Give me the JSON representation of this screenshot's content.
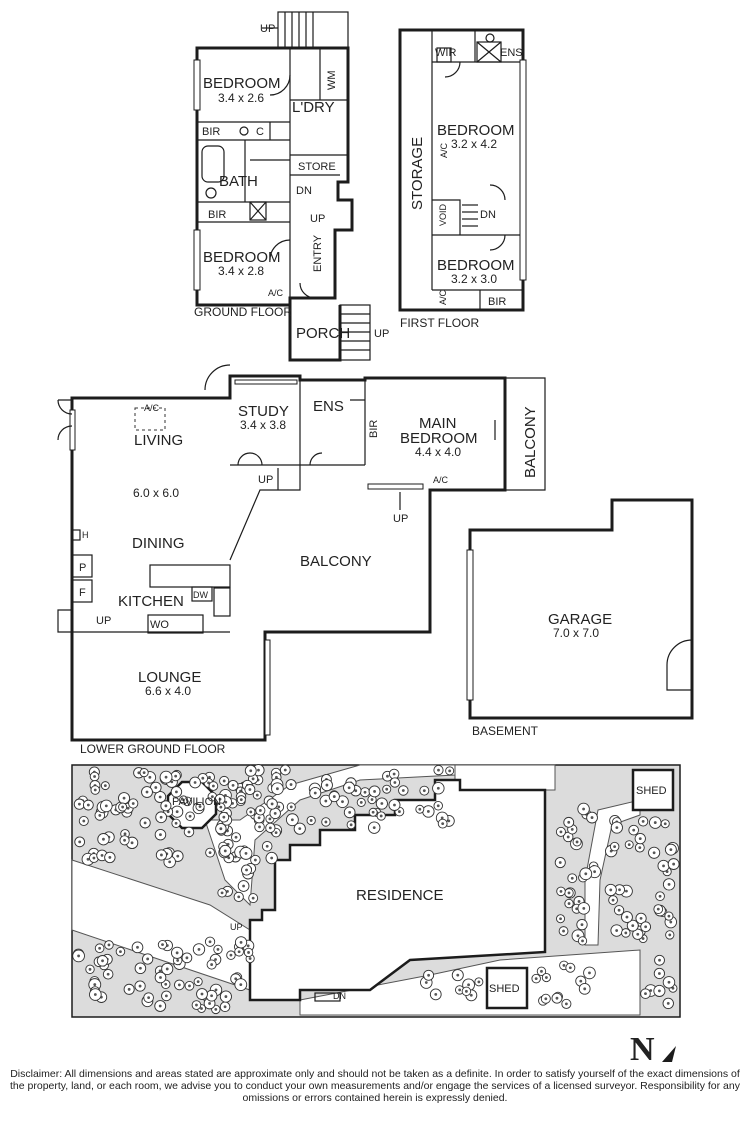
{
  "ground_floor": {
    "title": "GROUND FLOOR",
    "rooms": [
      {
        "name": "BEDROOM",
        "size": "3.4 x 2.6"
      },
      {
        "name": "BEDROOM",
        "size": "3.4 x 2.8"
      }
    ],
    "labels": {
      "up_top": "UP",
      "wm": "WM",
      "laundry": "L'DRY",
      "bir1": "BIR",
      "c": "C",
      "bath": "BATH",
      "store": "STORE",
      "dn": "DN",
      "up_entry": "UP",
      "bir2": "BIR",
      "entry": "ENTRY",
      "ac": "A/C",
      "porch": "PORCH",
      "up_porch": "UP"
    }
  },
  "first_floor": {
    "title": "FIRST FLOOR",
    "rooms": [
      {
        "name": "BEDROOM",
        "size": "3.2 x 4.2"
      },
      {
        "name": "BEDROOM",
        "size": "3.2 x 3.0"
      }
    ],
    "labels": {
      "wir": "WIR",
      "ens": "ENS",
      "storage": "STORAGE",
      "ac1": "A/C",
      "void": "VOID",
      "dn": "DN",
      "ac2": "A/C",
      "bir": "BIR"
    }
  },
  "lower_ground_floor": {
    "title": "LOWER GROUND FLOOR",
    "rooms": {
      "living": "LIVING",
      "living_size": "6.0 x 6.0",
      "dining": "DINING",
      "kitchen": "KITCHEN",
      "lounge": "LOUNGE",
      "lounge_size": "6.6 x 4.0",
      "study": "STUDY",
      "study_size": "3.4 x 3.8",
      "ens": "ENS",
      "bir": "BIR",
      "main_bedroom": "MAIN",
      "main_bedroom_2": "BEDROOM",
      "main_bedroom_size": "4.4 x 4.0",
      "balcony_right": "BALCONY",
      "balcony": "BALCONY"
    },
    "labels": {
      "ac1": "A/C",
      "h": "H",
      "p": "P",
      "f": "F",
      "up_stair": "UP",
      "dw": "DW",
      "wo": "WO",
      "up_study": "UP",
      "ac2": "A/C",
      "up_balcony": "UP"
    }
  },
  "basement": {
    "title": "BASEMENT",
    "garage": "GARAGE",
    "garage_size": "7.0 x 7.0"
  },
  "site_plan": {
    "residence": "RESIDENCE",
    "pavilion": "PAVILION",
    "shed1": "SHED",
    "shed2": "SHED",
    "up": "UP",
    "dn": "DN"
  },
  "compass": "N",
  "disclaimer": "Disclaimer: All dimensions and areas stated are approximate only and should not be taken as a definite. In order to satisfy yourself of the exact dimensions of the property, land, or each room, we advise you to conduct your own measurements and/or engage the services of a licensed surveyor. Responsibility for any omissions or errors contained herein is expressly denied."
}
